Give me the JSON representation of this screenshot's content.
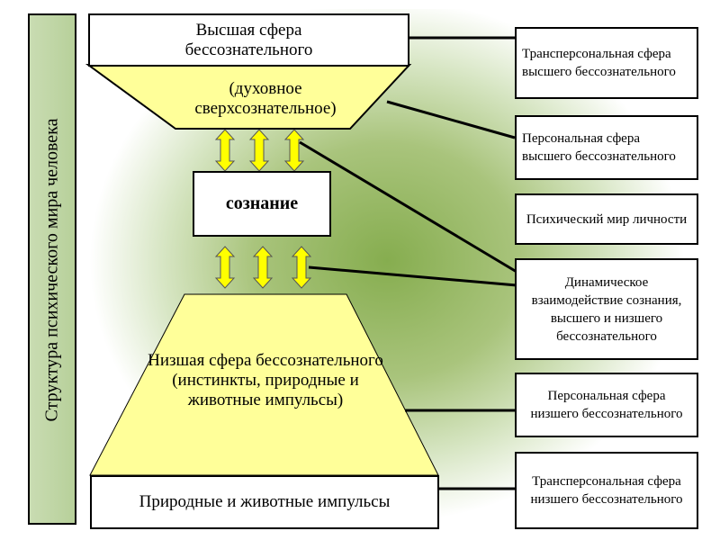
{
  "side_label": "Структура психического мира человека",
  "higher": {
    "title": "Высшая сфера бессознательного",
    "subtitle": "(духовное сверхсознательное)"
  },
  "consciousness": "сознание",
  "lower": {
    "title": "Низшая сфера бессознательного (инстинкты, природные и животные импульсы)",
    "base": "Природные и животные импульсы"
  },
  "right_boxes": [
    "Трансперсональная сфера высшего бессознательного",
    "Персональная сфера высшего бессознательного",
    "Психический мир личности",
    "Динамическое взаимодействие сознания, высшего и низшего бессознательного",
    "Персональная сфера низшего бессознательного",
    "Трансперсональная сфера низшего бессознательного"
  ],
  "colors": {
    "yellow_fill": "#ffff99",
    "arrow_fill": "#ffff00",
    "green": "#86ad4f"
  }
}
